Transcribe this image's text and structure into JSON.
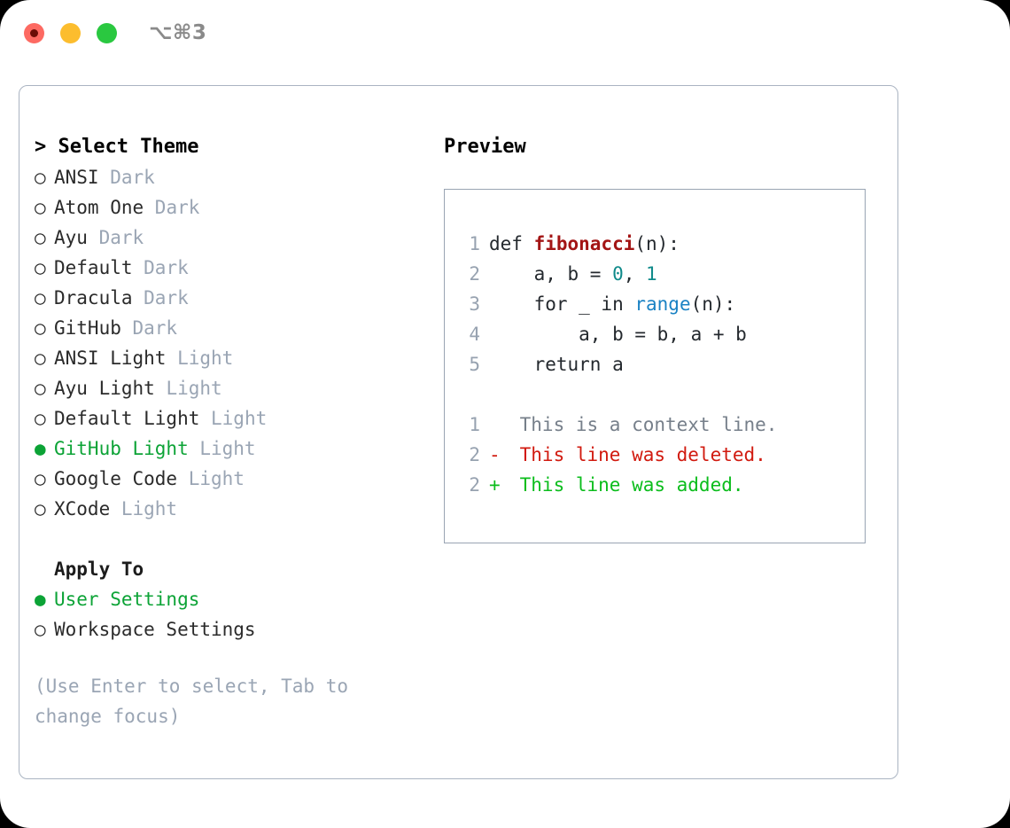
{
  "titlebar": {
    "shortcut": "⌥⌘3",
    "lights": [
      {
        "name": "close",
        "color": "#fd6a62"
      },
      {
        "name": "minimize",
        "color": "#fcbd2e"
      },
      {
        "name": "maximize",
        "color": "#2ac840"
      }
    ]
  },
  "theme_section": {
    "caret": "> ",
    "title": "Select Theme",
    "options": [
      {
        "marker": "○",
        "label": "ANSI",
        "variant": " Dark",
        "selected": false
      },
      {
        "marker": "○",
        "label": "Atom One",
        "variant": " Dark",
        "selected": false
      },
      {
        "marker": "○",
        "label": "Ayu",
        "variant": " Dark",
        "selected": false
      },
      {
        "marker": "○",
        "label": "Default",
        "variant": " Dark",
        "selected": false
      },
      {
        "marker": "○",
        "label": "Dracula",
        "variant": " Dark",
        "selected": false
      },
      {
        "marker": "○",
        "label": "GitHub",
        "variant": " Dark",
        "selected": false
      },
      {
        "marker": "○",
        "label": "ANSI Light",
        "variant": " Light",
        "selected": false
      },
      {
        "marker": "○",
        "label": "Ayu Light",
        "variant": " Light",
        "selected": false
      },
      {
        "marker": "○",
        "label": "Default Light",
        "variant": " Light",
        "selected": false
      },
      {
        "marker": "●",
        "label": "GitHub Light",
        "variant": " Light",
        "selected": true
      },
      {
        "marker": "○",
        "label": "Google Code",
        "variant": " Light",
        "selected": false
      },
      {
        "marker": "○",
        "label": "XCode",
        "variant": " Light",
        "selected": false
      }
    ]
  },
  "apply_section": {
    "title": "Apply To",
    "options": [
      {
        "marker": "●",
        "label": "User Settings",
        "selected": true
      },
      {
        "marker": "○",
        "label": "Workspace Settings",
        "selected": false
      }
    ]
  },
  "hint": "(Use Enter to select, Tab to change focus)",
  "preview": {
    "title": "Preview",
    "code_lines": [
      {
        "no": "1",
        "segments": [
          {
            "t": "def ",
            "c": "plain"
          },
          {
            "t": "fibonacci",
            "c": "fn"
          },
          {
            "t": "(n):",
            "c": "plain"
          }
        ]
      },
      {
        "no": "2",
        "segments": [
          {
            "t": "    a, b = ",
            "c": "plain"
          },
          {
            "t": "0",
            "c": "num"
          },
          {
            "t": ", ",
            "c": "plain"
          },
          {
            "t": "1",
            "c": "num"
          }
        ]
      },
      {
        "no": "3",
        "segments": [
          {
            "t": "    for _ in ",
            "c": "plain"
          },
          {
            "t": "range",
            "c": "call"
          },
          {
            "t": "(n):",
            "c": "plain"
          }
        ]
      },
      {
        "no": "4",
        "segments": [
          {
            "t": "        a, b = b, a + b",
            "c": "plain"
          }
        ]
      },
      {
        "no": "5",
        "segments": [
          {
            "t": "    return a",
            "c": "plain"
          }
        ]
      }
    ],
    "diff_lines": [
      {
        "no": "1",
        "marker": " ",
        "text": " This is a context line.",
        "kind": "ctx"
      },
      {
        "no": "2",
        "marker": "-",
        "text": " This line was deleted.",
        "kind": "del"
      },
      {
        "no": "2",
        "marker": "+",
        "text": " This line was added.",
        "kind": "add"
      }
    ]
  },
  "colors": {
    "accent_green": "#0ca336",
    "muted": "#9aa5b4",
    "diff_add": "#0bbd1c",
    "diff_del": "#d11a0f",
    "fn": "#a31515",
    "num": "#0f8a8a",
    "call": "#1a82c4"
  }
}
